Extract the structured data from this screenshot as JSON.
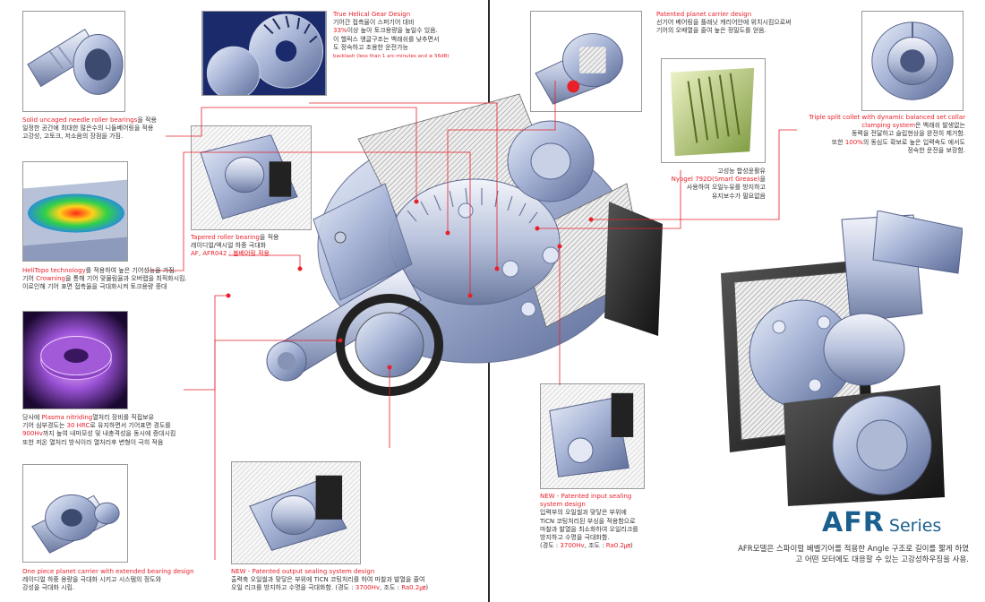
{
  "brand": {
    "title_main": "AFR",
    "title_sub": "Series",
    "accent_color": "#1a5f8e",
    "highlight_color": "#e8202a"
  },
  "afr_description": "AFR모델은 스파이럴 베벨기어를 적용한 Angle 구조로 길이를 짧게 하였고 어떤 모터에도 대응할 수 있는 고강성하우징을 사용.",
  "captions": {
    "needle": {
      "title": "Solid uncaged needle roller bearings",
      "tail": "을 적용",
      "line2": "일정한 공간에 최대한 많은수의 니들베어링을 적용",
      "line3": "고강성, 고토크, 저소음의 장점을 가짐."
    },
    "helical": {
      "title": "True Helical Gear Design",
      "line1": "기어간 접촉율이 스퍼기어 대비",
      "pct": "33%",
      "line2": "이상 높아 토크용량을 높일수 있음.",
      "line3": "이 헬릭스 앵글구조는 백래쉬를 낮추면서",
      "line4": "도 정숙하고 조용한 운전가능",
      "line5": "backlash (less than 1 arc-minutes and ≤ 56dB)"
    },
    "tapered": {
      "title": "Tapered roller bearing",
      "tail": "을 적용",
      "line2": "레이디얼/액시얼 하중 극대화",
      "line3": "AF, AFR042 : 볼베어링 적용"
    },
    "helitopo": {
      "title": "HeliTopo technology",
      "tail": "를 적용하여 높은 기어성능을 가짐.",
      "line2a": "기어 ",
      "crowning": "Crowning",
      "line2b": "을 통해 기어 맞물림율과 오버랩을 최적화시킴.",
      "line3": "이로인해 기어 표면 접촉율을 극대화시켜 토크용량 증대"
    },
    "plasma": {
      "l1a": "당사에 ",
      "plasma": "Plasma nitriding",
      "l1b": "열처리 장비를 직접보유",
      "l2a": "기어 심부경도는 ",
      "hrc": "30 HRC",
      "l2b": "로 유지하면서 기어표면 경도를",
      "hv": "900Hv",
      "l3b": "까지 높여 내마모성 및 내충격성을 동시에 증대시킴",
      "l4": "또한 저온 열처리 방식이라 열처리후 변형이 극히 적음"
    },
    "carrier_bottom": {
      "title": "One piece planet carrier with extended bearing design",
      "line2": "레이디얼 하중 용량을 극대화 시키고 시스템의 정도와",
      "line3": "강성을 극대화 시킴."
    },
    "output_seal": {
      "title": "NEW - Patented output sealing system design",
      "line2": "출력축 오일씰과 맞닿은 부위에 TiCN 코팅처리를 하여 마찰과 발열을 줄여",
      "line3a": "오일 리크를 방지하고 수명을 극대화함. (경도 : ",
      "hv": "3700Hv",
      "line3b": ", 조도 : ",
      "ra": "Ra0.2㎛",
      "line3c": ")"
    },
    "planet_patent": {
      "title": "Patented planet carrier design",
      "line2": "선기어 베어링을 플래닛 캐리어안에 위치시킴으로써",
      "line3": "기어의 오배열을 줄여 높은 정밀도를 얻음."
    },
    "grease": {
      "line1": "고성능 합성윤활유",
      "title": "Nyogel 792D(Smart Grease)",
      "tail": "을",
      "line3": "사용하여 오일누유를 방지하고",
      "line4": "유지보수가 필요없음"
    },
    "collet": {
      "title1": "Triple split collet with dynamic balanced set collar",
      "title2": "clamping system",
      "line2": "은 백래쉬 발생없는",
      "line3": "동력을 전달하고 슬립현상을 완전히 제거함.",
      "line4a": "또한 ",
      "pct": "100%",
      "line4b": "의 동심도 확보로 높은 입력속도 에서도",
      "line5": "정숙한 운전을 보장함."
    },
    "input_seal": {
      "title1": "NEW - Patented input sealing",
      "title2": "system design",
      "line3": "입력부의 오일씰과 맞닿은 부위에",
      "line4": "TiCN 코팅처리된 부싱을 적용함으로",
      "line5": "마찰과 발열을 최소화하여 오일리크를",
      "line6": "방지하고 수명을 극대화함.",
      "line7a": "(경도 : ",
      "hv": "3700Hv",
      "line7b": ", 조도 : ",
      "ra": "Ra0.2㎛",
      "line7c": ")"
    }
  },
  "images": [
    {
      "id": "needle-bearing-photo",
      "icon": "gear-shaft-render"
    },
    {
      "id": "helical-gear-photo",
      "icon": "helical-gear-render"
    },
    {
      "id": "tapered-bearing-photo",
      "icon": "bearing-cutaway-render"
    },
    {
      "id": "helitopo-photo",
      "icon": "heatmap-contact-render"
    },
    {
      "id": "plasma-gear-photo",
      "icon": "glowing-gear-render"
    },
    {
      "id": "planet-carrier-photo",
      "icon": "planet-carrier-render"
    },
    {
      "id": "output-seal-photo",
      "icon": "seal-cutaway-render"
    },
    {
      "id": "patent-carrier-photo",
      "icon": "carrier-assembly-render"
    },
    {
      "id": "grease-photo",
      "icon": "green-gear-render"
    },
    {
      "id": "collet-photo",
      "icon": "collet-render"
    },
    {
      "id": "input-seal-photo",
      "icon": "input-seal-render"
    },
    {
      "id": "main-gearbox-render",
      "icon": "cutaway-gearbox-render"
    },
    {
      "id": "afr-gearbox-render",
      "icon": "angle-gearbox-render"
    }
  ]
}
